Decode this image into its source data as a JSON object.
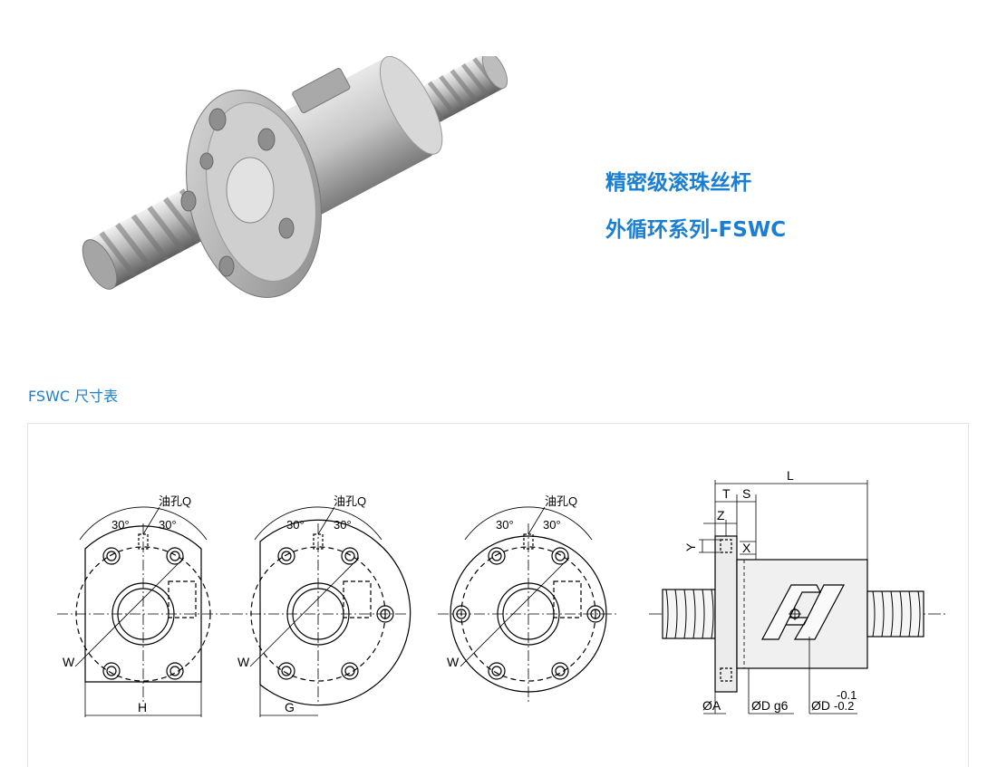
{
  "product": {
    "title_line1": "精密级滚珠丝杆",
    "title_line2": "外循环系列-FSWC"
  },
  "section": {
    "label": "FSWC 尺寸表"
  },
  "drawing": {
    "oil_hole_label": "油孔Q",
    "angle_left": "30°",
    "angle_right": "30°",
    "w_label": "W",
    "h_label": "H",
    "g_label": "G",
    "side": {
      "l": "L",
      "t": "T",
      "s": "S",
      "z": "Z",
      "y": "Y",
      "x": "X",
      "oa": "ØA",
      "odg6": "ØD g6",
      "od": "ØD",
      "tol_upper": "-0.1",
      "tol_lower": "-0.2"
    }
  },
  "colors": {
    "accent": "#1a7fd4"
  }
}
